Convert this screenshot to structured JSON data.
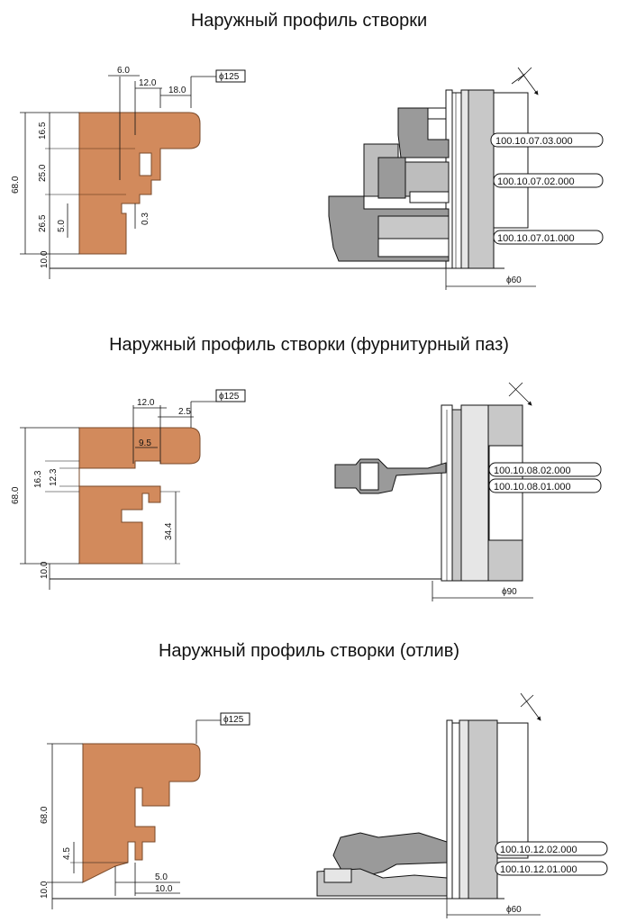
{
  "sections": [
    {
      "title": "Наружный профиль створки",
      "dims": {
        "d1": "6.0",
        "d2": "12.0",
        "d3": "18.0",
        "dia": "ϕ125",
        "v1": "16.5",
        "v2": "25.0",
        "v3": "26.5",
        "v4": "5.0",
        "v5": "0.3",
        "total": "68.0",
        "base": "10.0"
      },
      "parts": [
        "100.10.07.03.000",
        "100.10.07.02.000",
        "100.10.07.01.000"
      ],
      "bore": "ϕ60"
    },
    {
      "title": "Наружный профиль створки  (фурнитурный паз)",
      "dims": {
        "d2": "12.0",
        "d3": "2.5",
        "d4": "9.5",
        "dia": "ϕ125",
        "v1": "16.3",
        "v2": "12.3",
        "v3": "34.4",
        "total": "68.0",
        "base": "10.0"
      },
      "parts": [
        "100.10.08.02.000",
        "100.10.08.01.000"
      ],
      "bore": "ϕ90"
    },
    {
      "title": "Наружный профиль створки (отлив)",
      "dims": {
        "dia": "ϕ125",
        "v1": "4.5",
        "h1": "5.0",
        "h2": "10.0",
        "total": "68.0",
        "base": "10.0"
      },
      "parts": [
        "100.10.12.02.000",
        "100.10.12.01.000"
      ],
      "bore": "ϕ60"
    }
  ],
  "colors": {
    "wood": "#d28a5c",
    "metal_dark": "#9a9a9a",
    "metal_mid": "#c8c8c8",
    "metal_light": "#e6e6e6",
    "line": "#111111"
  }
}
